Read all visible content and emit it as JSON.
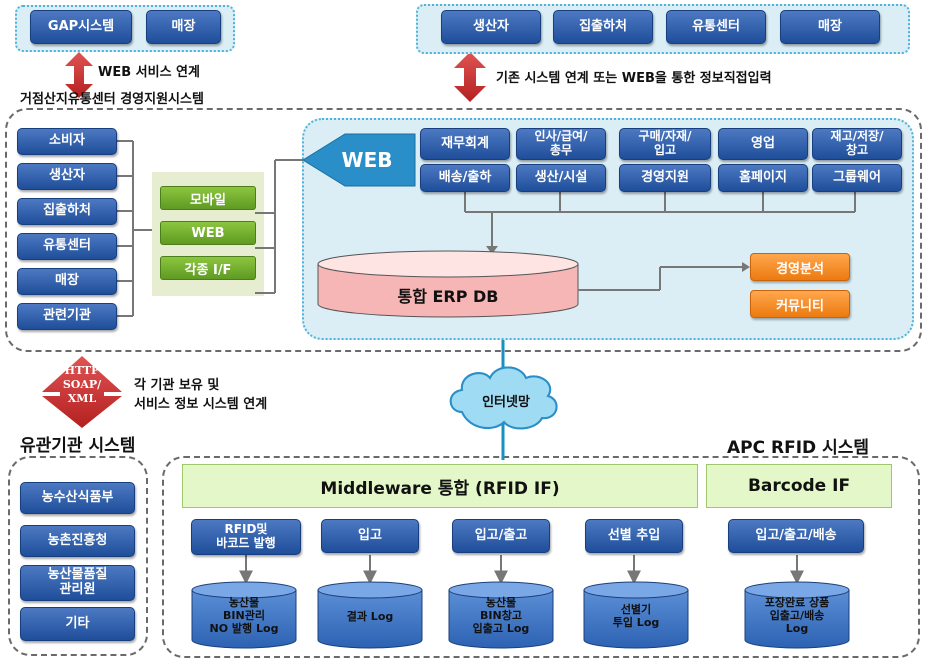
{
  "top_left": {
    "btn1": "GAP시스템",
    "btn2": "매장"
  },
  "top_right": {
    "items": [
      "생산자",
      "집출하처",
      "유통센터",
      "매장"
    ]
  },
  "labels": {
    "web_service": "WEB 서비스 연계",
    "center_title": "거점산지유통센터 경영지원시스템",
    "existing": "기존 시스템 연계 또는 WEB을 통한 정보직접입력",
    "agency_link_1": "각 기관 보유 및",
    "agency_link_2": "서비스 정보 시스템 연계",
    "agency_section": "유관기관 시스템",
    "apc_section": "APC RFID 시스템",
    "internet": "인터넷망"
  },
  "http_arrow": {
    "l1": "HTTP",
    "l2": "SOAP/",
    "l3": "XML"
  },
  "left_users": [
    "소비자",
    "생산자",
    "집출하처",
    "유통센터",
    "매장",
    "관련기관"
  ],
  "channels": [
    "모바일",
    "WEB",
    "각종 I/F"
  ],
  "web_label": "WEB",
  "erp_modules": [
    {
      "l1": "재무회계",
      "l2": ""
    },
    {
      "l1": "인사/급여/",
      "l2": "총무"
    },
    {
      "l1": "구매/자재/",
      "l2": "입고"
    },
    {
      "l1": "영업",
      "l2": ""
    },
    {
      "l1": "재고/저장/",
      "l2": "창고"
    },
    {
      "l1": "배송/출하",
      "l2": ""
    },
    {
      "l1": "생산/시설",
      "l2": ""
    },
    {
      "l1": "경영지원",
      "l2": ""
    },
    {
      "l1": "홈페이지",
      "l2": ""
    },
    {
      "l1": "그룹웨어",
      "l2": ""
    }
  ],
  "erp_db": "통합 ERP DB",
  "outputs": [
    "경영분석",
    "커뮤니티"
  ],
  "agencies": [
    {
      "l1": "농수산식품부",
      "l2": ""
    },
    {
      "l1": "농촌진흥청",
      "l2": ""
    },
    {
      "l1": "농산물품질",
      "l2": "관리원"
    },
    {
      "l1": "기타",
      "l2": ""
    }
  ],
  "middleware": "Middleware 통합 (RFID IF)",
  "barcode": "Barcode IF",
  "apc_process": [
    {
      "l1": "RFID및",
      "l2": "바코드 발행"
    },
    {
      "l1": "입고",
      "l2": ""
    },
    {
      "l1": "입고/출고",
      "l2": ""
    },
    {
      "l1": "선별 추입",
      "l2": ""
    },
    {
      "l1": "입고/출고/배송",
      "l2": ""
    }
  ],
  "apc_logs": [
    {
      "l1": "농산물",
      "l2": "BIN관리",
      "l3": "NO 발행 Log"
    },
    {
      "l1": "결과  Log",
      "l2": "",
      "l3": ""
    },
    {
      "l1": "농산물",
      "l2": "BIN창고",
      "l3": "입출고 Log"
    },
    {
      "l1": "선별기",
      "l2": "투입 Log",
      "l3": ""
    },
    {
      "l1": "포장완료 상품",
      "l2": "입출고/배송",
      "l3": "Log"
    }
  ]
}
